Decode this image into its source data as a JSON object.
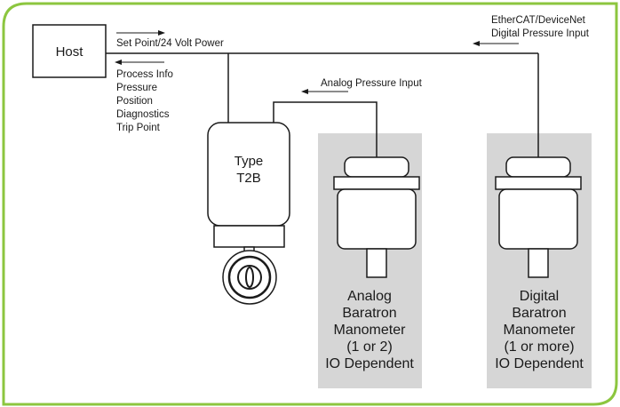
{
  "colors": {
    "frame": "#8cc63f",
    "panel": "#d6d6d6",
    "line": "#1a1a1a",
    "background": "#ffffff"
  },
  "host": {
    "label": "Host"
  },
  "signals": {
    "set_point": "Set Point/24 Volt Power",
    "process_info": [
      "Process Info",
      "Pressure",
      "Position",
      "Diagnostics",
      "Trip Point"
    ],
    "analog_input": "Analog Pressure Input",
    "digital_input": [
      "EtherCAT/DeviceNet",
      "Digital Pressure Input"
    ]
  },
  "valve": {
    "label": [
      "Type",
      "T2B"
    ]
  },
  "analog_manometer": {
    "label": [
      "Analog",
      "Baratron",
      "Manometer",
      "(1 or 2)",
      "IO Dependent"
    ]
  },
  "digital_manometer": {
    "label": [
      "Digital",
      "Baratron",
      "Manometer",
      "(1 or more)",
      "IO Dependent"
    ]
  }
}
